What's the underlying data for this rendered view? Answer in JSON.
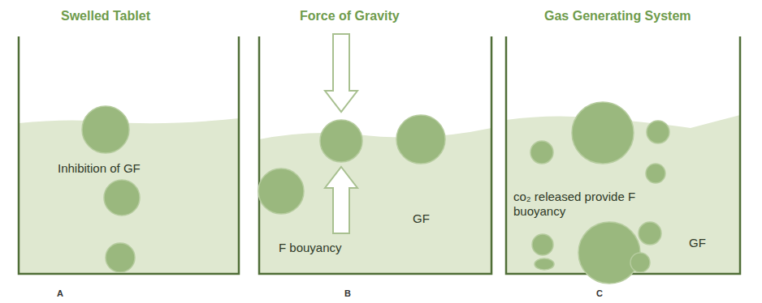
{
  "diagram": {
    "labels": [
      "Swelled Tablet",
      "Force of Gravity",
      "Gas Generating System",
      "Inhibition of GF",
      "GF",
      "F bouyancy",
      "co₂ released provide F buoyancy",
      "GF",
      "A",
      "B",
      "C"
    ]
  }
}
